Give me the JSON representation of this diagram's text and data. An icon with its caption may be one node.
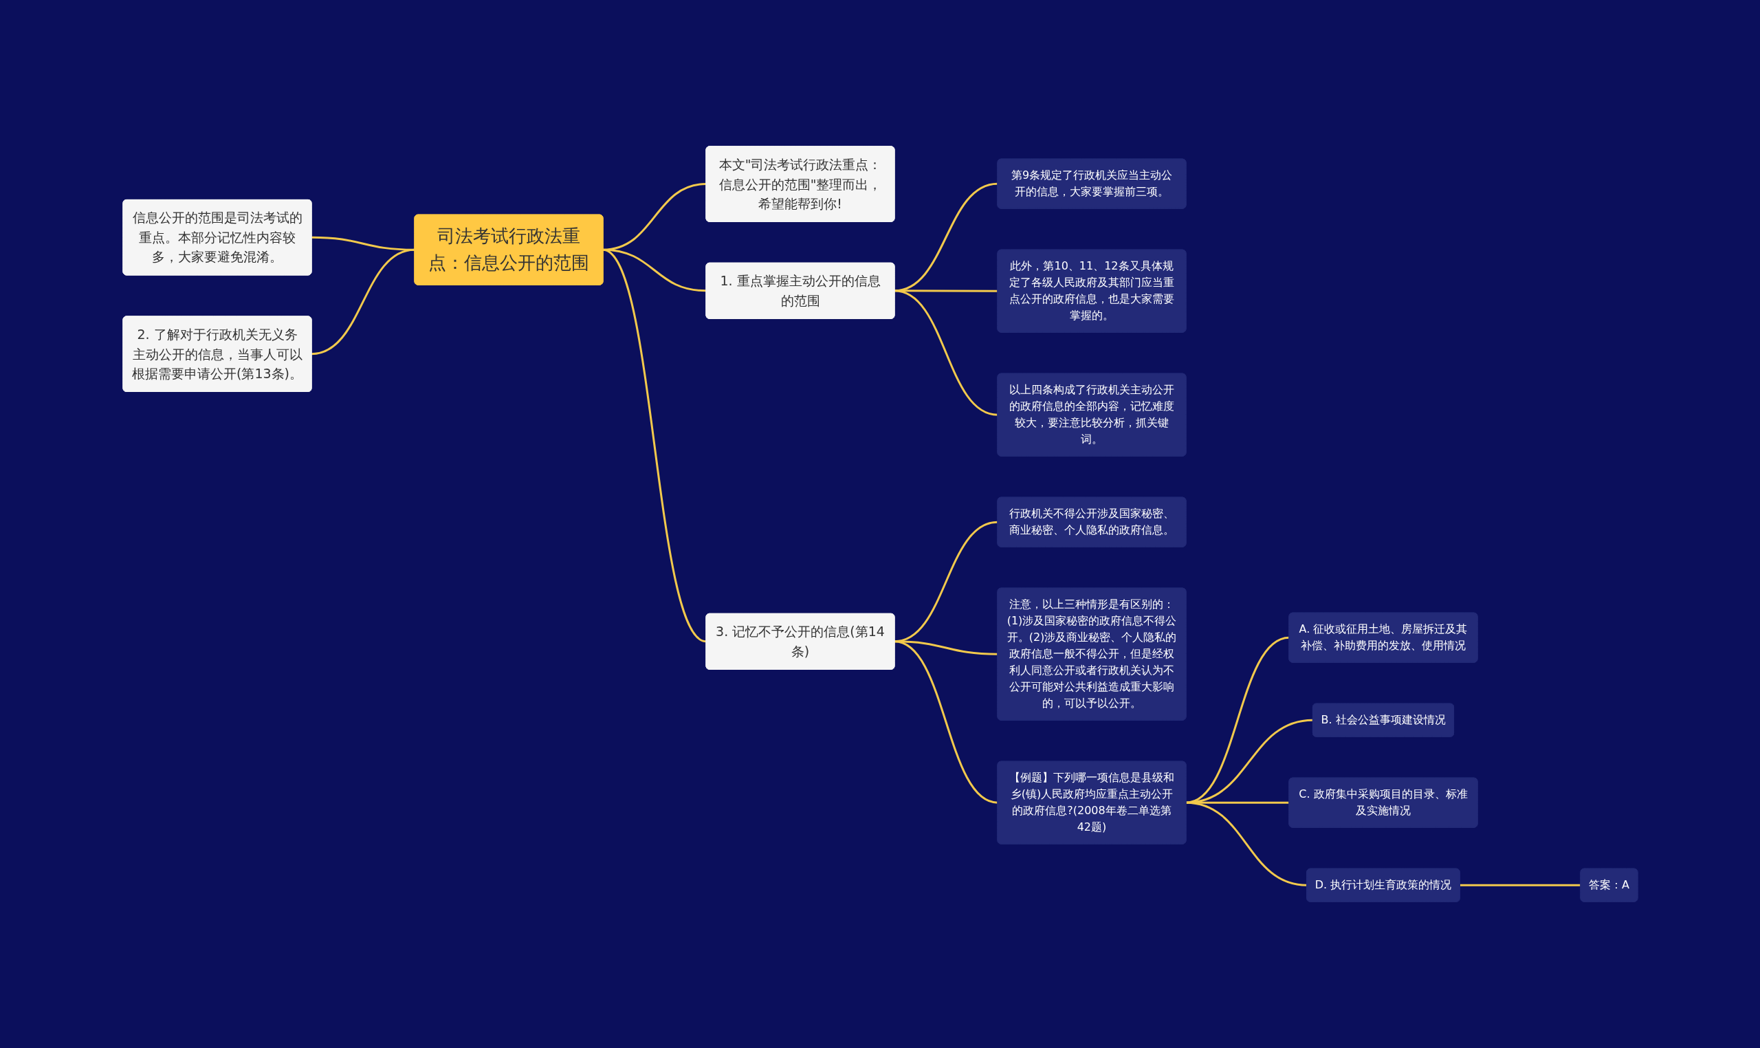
{
  "diagram": {
    "nodes": [
      {
        "text": [
          "司法考试行政法重点：信息公开的范围"
        ]
      },
      {
        "text": [
          "信息公开的范围是司法考试的重点。本部分记忆性内容较多，大家要避免混淆。"
        ]
      },
      {
        "text": [
          "2. 了解对于行政机关无义务主动公开的信息，当事人可以根据需要申请公开(第13条)。"
        ]
      },
      {
        "text": [
          "本文\"司法考试行政法重点：信息公开的范围\"整理而出，希望能帮到你!"
        ]
      },
      {
        "text": [
          "1. 重点掌握主动公开的信息的范围"
        ]
      },
      {
        "text": [
          "第9条规定了行政机关应当主动公开的信息，大家要掌握前三项。"
        ]
      },
      {
        "text": [
          "此外，第10、11、12条又具体规定了各级人民政府及其部门应当重点公开的政府信息，也是大家需要掌握的。"
        ]
      },
      {
        "text": [
          "以上四条构成了行政机关主动公开的政府信息的全部内容，记忆难度较大，要注意比较分析，抓关键词。"
        ]
      },
      {
        "text": [
          "3. 记忆不予公开的信息(第14条)"
        ]
      },
      {
        "text": [
          "行政机关不得公开涉及国家秘密、商业秘密、个人隐私的政府信息。"
        ]
      },
      {
        "text": [
          "注意，以上三种情形是有区别的：(1)涉及国家秘密的政府信息不得公开。(2)涉及商业秘密、个人隐私的政府信息一般不得公开，但是经权利人同意公开或者行政机关认为不公开可能对公共利益造成重大影响的，可以予以公开。"
        ]
      },
      {
        "text": [
          "【例题】下列哪一项信息是县级和乡(镇)人民政府均应重点主动公开的政府信息?(2008年卷二单选第42题)"
        ]
      },
      {
        "text": [
          "A. 征收或征用土地、房屋拆迁及其补偿、补助费用的发放、使用情况"
        ]
      },
      {
        "text": [
          "B. 社会公益事项建设情况"
        ]
      },
      {
        "text": [
          "C. 政府集中采购项目的目录、标准及实施情况"
        ]
      },
      {
        "text": [
          "D. 执行计划生育政策的情况"
        ]
      },
      {
        "text": [
          "答案：A"
        ]
      }
    ],
    "edges": [
      {
        "from": 1,
        "to": 0,
        "arrow": "none"
      },
      {
        "from": 2,
        "to": 0,
        "arrow": "none"
      },
      {
        "from": 0,
        "to": 3,
        "arrow": "none"
      },
      {
        "from": 0,
        "to": 4,
        "arrow": "none"
      },
      {
        "from": 0,
        "to": 8,
        "arrow": "none"
      },
      {
        "from": 4,
        "to": 5,
        "arrow": "none"
      },
      {
        "from": 4,
        "to": 6,
        "arrow": "none"
      },
      {
        "from": 4,
        "to": 7,
        "arrow": "none"
      },
      {
        "from": 8,
        "to": 9,
        "arrow": "none"
      },
      {
        "from": 8,
        "to": 10,
        "arrow": "none"
      },
      {
        "from": 8,
        "to": 11,
        "arrow": "none"
      },
      {
        "from": 11,
        "to": 12,
        "arrow": "none"
      },
      {
        "from": 11,
        "to": 13,
        "arrow": "none"
      },
      {
        "from": 11,
        "to": 14,
        "arrow": "none"
      },
      {
        "from": 11,
        "to": 15,
        "arrow": "none"
      },
      {
        "from": 15,
        "to": 16,
        "arrow": "none"
      }
    ]
  }
}
